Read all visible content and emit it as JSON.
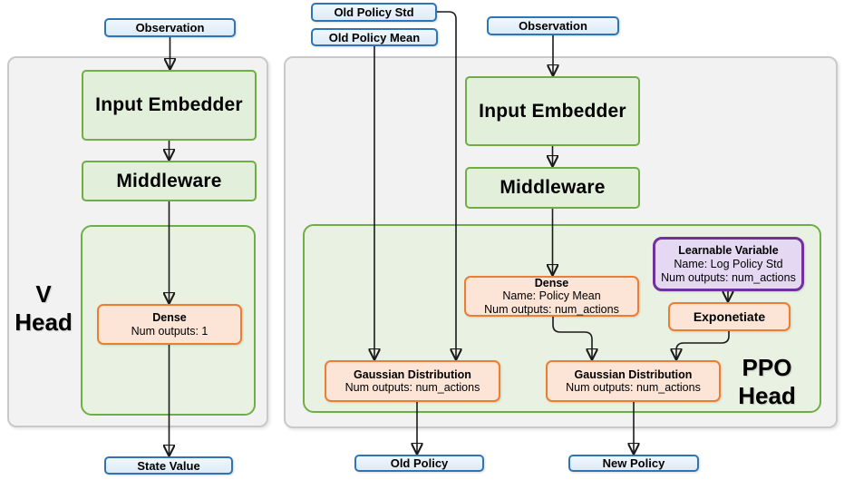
{
  "diagram": {
    "badges": {
      "observation_left": "Observation",
      "old_policy_std": "Old Policy Std",
      "old_policy_mean": "Old Policy Mean",
      "observation_right": "Observation",
      "state_value": "State Value",
      "old_policy": "Old Policy",
      "new_policy": "New Policy"
    },
    "v_head": {
      "label_line1": "V",
      "label_line2": "Head",
      "input_embedder": "Input Embedder",
      "middleware": "Middleware",
      "dense": {
        "title": "Dense",
        "line1": "Num outputs: 1"
      }
    },
    "ppo_head": {
      "label_line1": "PPO",
      "label_line2": "Head",
      "input_embedder": "Input Embedder",
      "middleware": "Middleware",
      "dense": {
        "title": "Dense",
        "line1": "Name: Policy Mean",
        "line2": "Num outputs: num_actions"
      },
      "learnable_variable": {
        "title": "Learnable Variable",
        "line1": "Name: Log Policy Std",
        "line2": "Num outputs: num_actions"
      },
      "exponetiate": "Exponetiate",
      "gaussian_old": {
        "title": "Gaussian Distribution",
        "line1": "Num outputs: num_actions"
      },
      "gaussian_new": {
        "title": "Gaussian Distribution",
        "line1": "Num outputs: num_actions"
      }
    },
    "colors": {
      "green_border": "#70AD47",
      "green_fill": "#E2EFDA",
      "container_fill": "#E9F2E2",
      "orange_border": "#ED7D31",
      "orange_fill": "#FCE4D6",
      "blue_border": "#2E75B6",
      "blue_fill": "#DDEBF7",
      "purple_border": "#7030A0",
      "purple_fill": "#E5D8F2",
      "panel_fill": "#F2F2F2",
      "panel_border": "#C9C9C9",
      "line_color": "#1a1a1a"
    }
  }
}
